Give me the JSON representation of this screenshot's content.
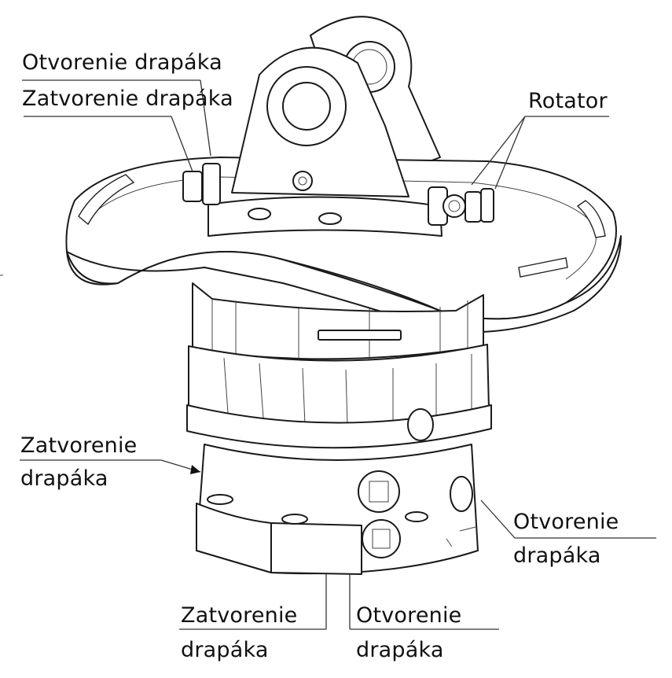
{
  "labels": {
    "top_open": "Otvorenie   drapáka",
    "top_close": "Zatvorenie drapáka",
    "rotator": "Rotator",
    "left_close_1": "Zatvorenie",
    "left_close_2": "drapáka",
    "right_open_1": "Otvorenie",
    "right_open_2": "drapáka",
    "bottom_close_1": "Zatvorenie",
    "bottom_close_2": "drapáka",
    "bottom_open_1": "Otvorenie",
    "bottom_open_2": "drapáka"
  }
}
